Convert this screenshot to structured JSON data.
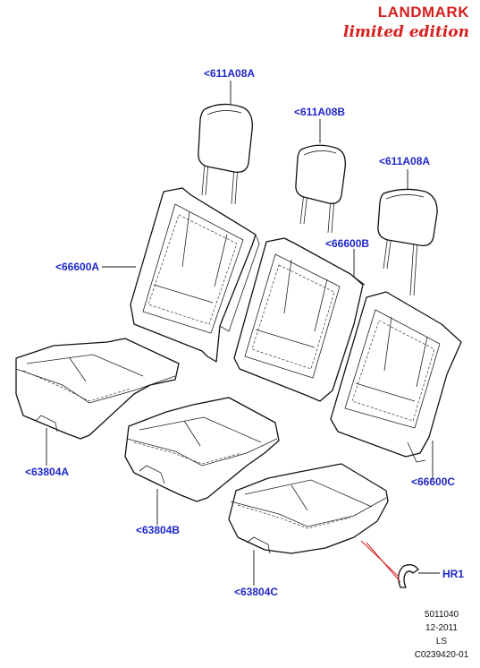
{
  "brand": {
    "name": "LANDMARK",
    "edition": "limited edition"
  },
  "callouts": {
    "headrest_left": "<611A08A",
    "headrest_center": "<611A08B",
    "headrest_right": "<611A08A",
    "back_left": "<66600A",
    "back_center": "<66600B",
    "back_right": "<66600C",
    "cushion_left": "<63804A",
    "cushion_center": "<63804B",
    "cushion_right": "<63804C",
    "hook": "HR1"
  },
  "meta": {
    "line1": "5011040",
    "line2": "12-2011",
    "line3": "LS",
    "line4": "C0239420-01"
  },
  "colors": {
    "callout": "#1e27c8",
    "brand": "#d6201f",
    "leader_red": "#d6201f"
  }
}
